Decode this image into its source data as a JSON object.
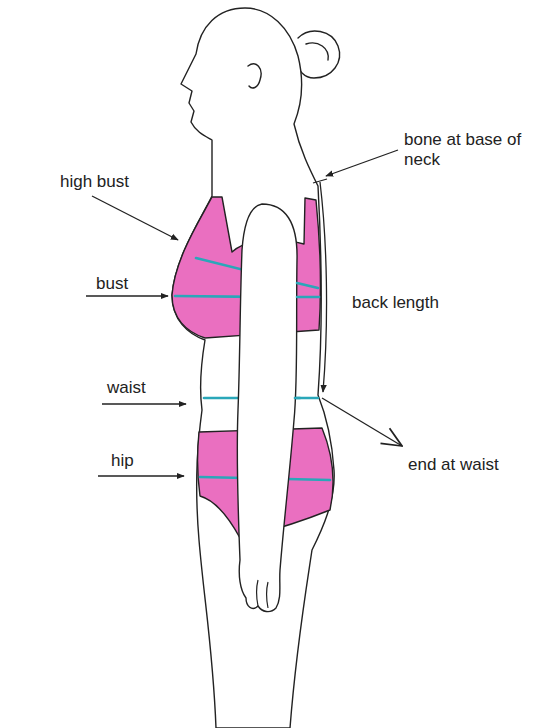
{
  "diagram": {
    "labels": [
      "high bust",
      "bust",
      "waist",
      "hip",
      "bone at base of neck",
      "back length",
      "end at waist"
    ]
  }
}
